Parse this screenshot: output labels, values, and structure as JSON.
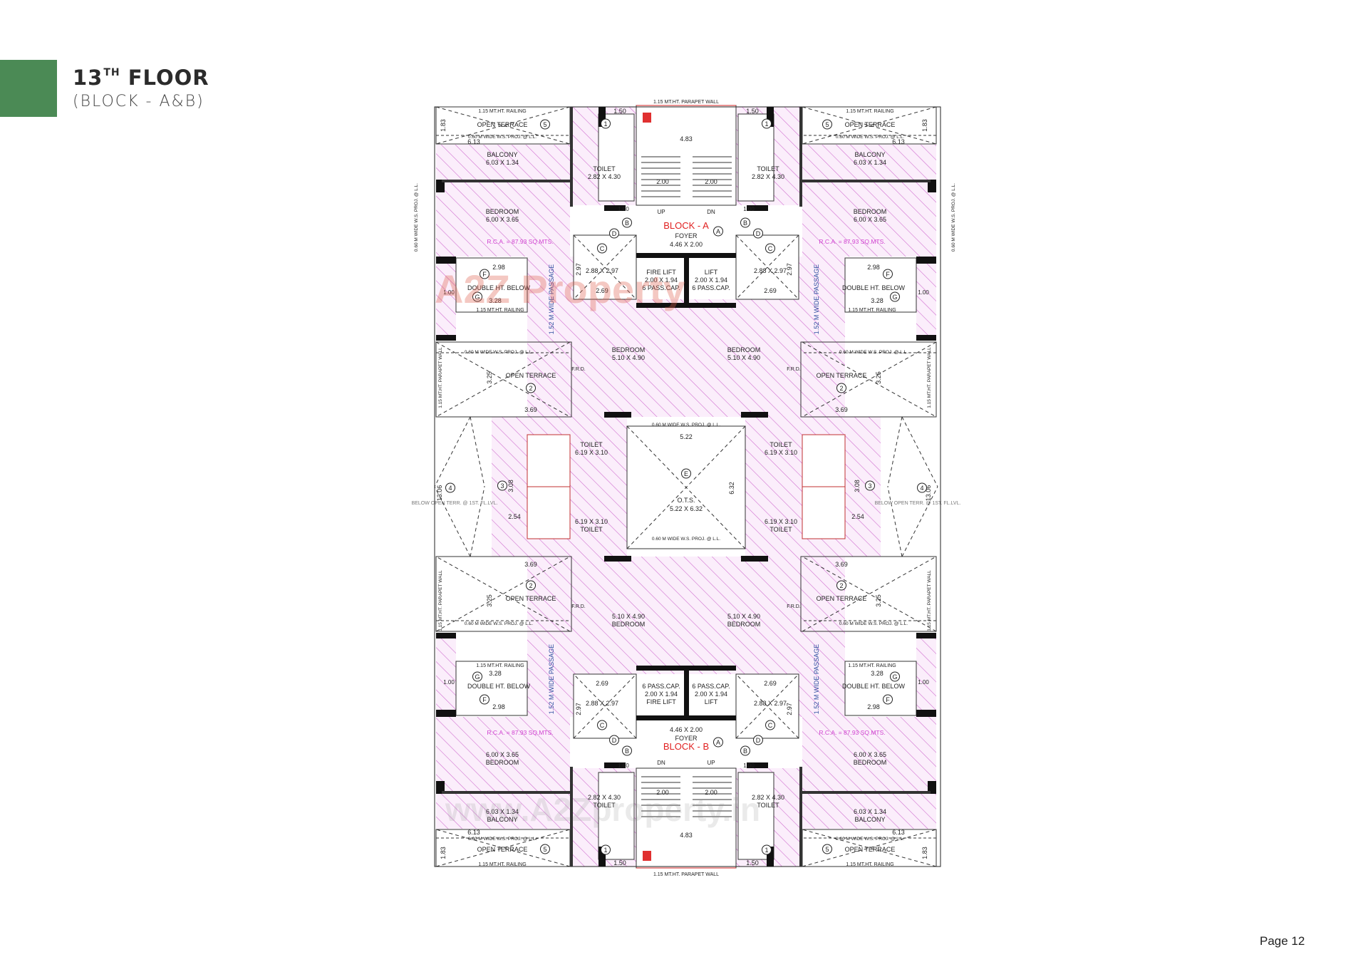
{
  "header": {
    "title_number": "13",
    "title_suffix": "TH",
    "title_word": "FLOOR",
    "subtitle": "(BLOCK - A&B)"
  },
  "colors": {
    "accent": "#4b8a55",
    "hatch": "#d070d0",
    "rca_text": "#d040d0",
    "block_label": "#e02020",
    "wall": "#111111"
  },
  "footer": {
    "page": "Page 12"
  },
  "watermarks": {
    "logo": "A2Z Property",
    "url": "www.A2Zproperty.in"
  },
  "plan": {
    "unit": {
      "railing": "1.15 MT.HT. RAILING",
      "open_terrace": "OPEN TERRACE",
      "ws_proj": "0.60 M WIDE W.S. PROJ. @ L.L.",
      "balcony": "BALCONY",
      "balcony_dim": "6.03 X 1.34",
      "bedroom": "BEDROOM",
      "bedroom_dim": "6.00 X 3.65",
      "rca": "R.C.A. = 87.93 SQ.MTS.",
      "toilet": "TOILET",
      "toilet_dim": "2.82 X 4.30",
      "double_ht": "DOUBLE HT. BELOW",
      "passage": "1.52 M WIDE PASSAGE",
      "room_c_dim": "2.88 X 2.97",
      "bedroom2": "BEDROOM",
      "bedroom2_dim": "5.10 X 4.90",
      "open_terrace2": "OPEN TERRACE",
      "toilet2": "TOILET",
      "toilet2_dim": "6.19 X 3.10",
      "below_terr": "BELOW OPEN TERR. @ 1ST. FL.LVL.",
      "side_proj": "0.60 M WIDE W.S. PROJ. @ L.L.",
      "parapet_side": "1.15 MT.HT. PARAPET WALL",
      "dims": {
        "d613": "6.13",
        "d183": "1.83",
        "d298": "2.98",
        "d328": "3.28",
        "d369": "3.69",
        "d325": "3.25",
        "d150": "1.50",
        "d1306": "13.06",
        "d308": "3.08",
        "d254": "2.54",
        "d269": "2.69",
        "d297": "2.97",
        "d100": "1.00",
        "frd": "F.R.D."
      },
      "circles": {
        "c5": "5",
        "c1": "1",
        "cB": "B",
        "cD": "D",
        "cC": "C",
        "cF": "F",
        "cG": "G",
        "c2": "2",
        "c3": "3",
        "c4": "4"
      }
    },
    "core": {
      "parapet": "1.15 MT.HT. PARAPET WALL",
      "stair_width": "4.83",
      "flight": "2.00",
      "up": "UP",
      "dn": "DN",
      "block_a": "BLOCK - A",
      "block_b": "BLOCK - B",
      "foyer": "FOYER",
      "foyer_dim": "4.46 X 2.00",
      "foyer_circle": "A",
      "fire_lift": "FIRE LIFT",
      "lift": "LIFT",
      "lift_dim": "2.00 X 1.94",
      "lift_cap": "6 PASS.CAP."
    },
    "ots": {
      "circle": "E",
      "label": "O.T.S.",
      "dim": "5.22 X 6.32",
      "width": "5.22",
      "height": "6.32",
      "proj": "0.60 M WIDE W.S. PROJ. @ L.L."
    }
  }
}
